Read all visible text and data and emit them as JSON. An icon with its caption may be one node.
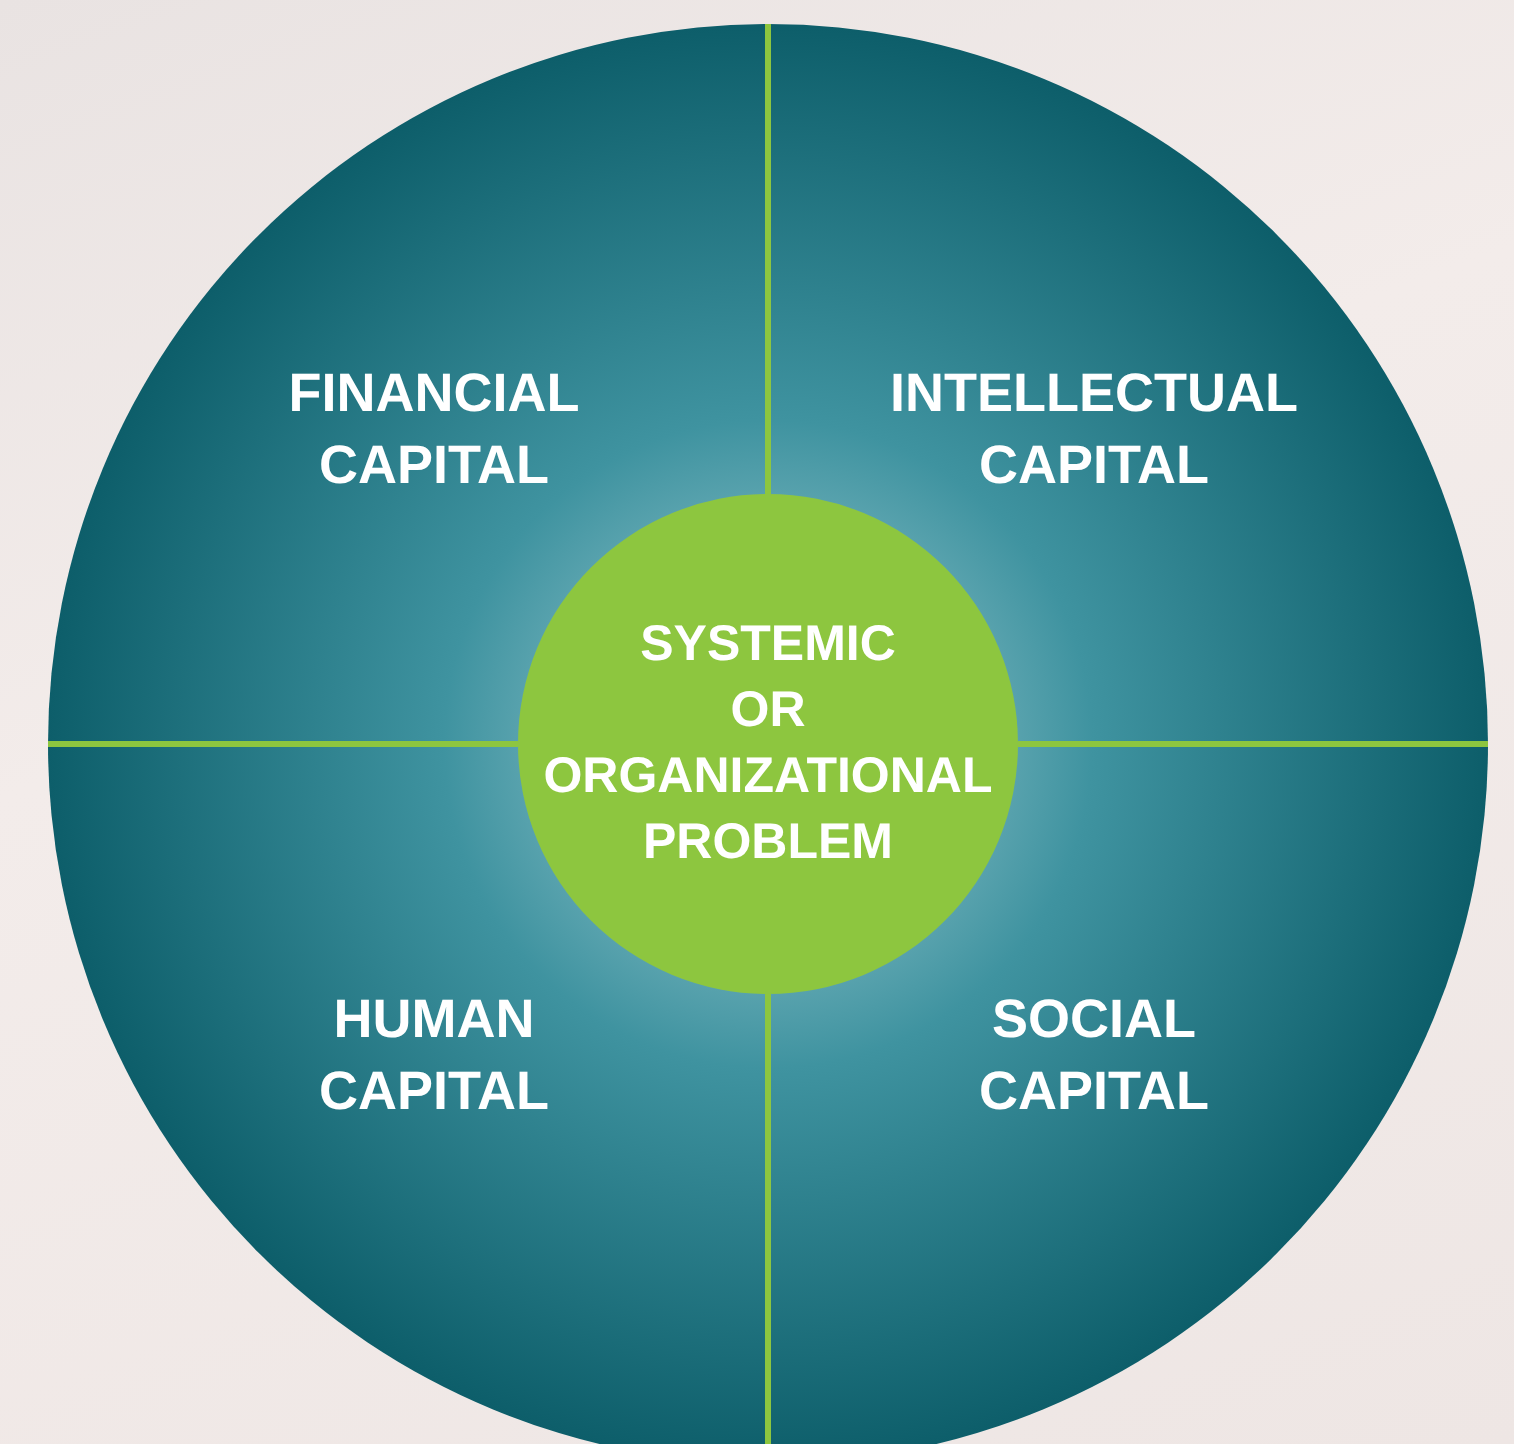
{
  "diagram": {
    "nodes": [
      {
        "text": [
          "FINANCIAL CAPITAL"
        ]
      },
      {
        "text": [
          "INTELLECTUAL CAPITAL"
        ]
      },
      {
        "text": [
          "SYSTEMIC OR ORGANIZATIONAL PROBLEM"
        ]
      },
      {
        "text": [
          "HUMAN CAPITAL"
        ]
      },
      {
        "text": [
          "SOCIAL CAPITAL"
        ]
      }
    ]
  }
}
